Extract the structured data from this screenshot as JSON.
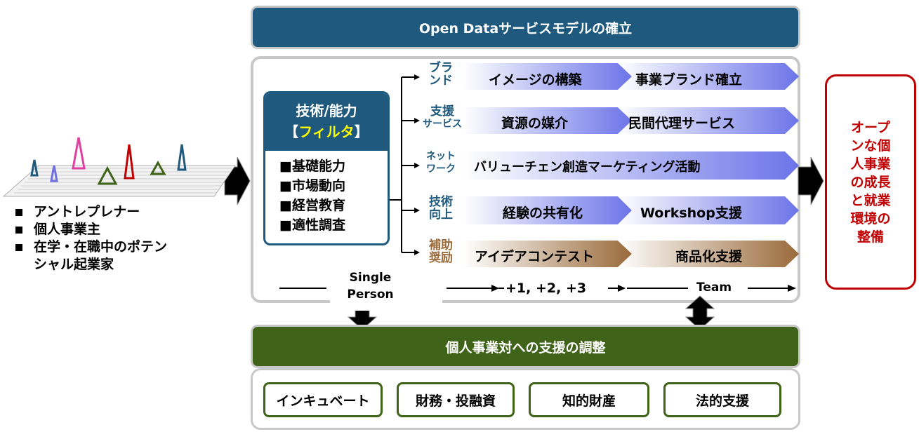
{
  "top_banner": "Open Dataサービスモデルの確立",
  "filter": {
    "title": "技術/能力",
    "bracket_open": "【",
    "highlight": "フィルタ",
    "bracket_close": "】",
    "items": [
      "■基礎能力",
      "■市場動向",
      "■経営教育",
      "■適性調査"
    ]
  },
  "categories": [
    {
      "line1": "ブラ",
      "line2": "ンド",
      "left": "イメージの構築",
      "right": "事業ブランド確立"
    },
    {
      "line1": "支援",
      "line2": "サービス",
      "left": "資源の媒介",
      "right": "民間代理サービス"
    },
    {
      "line1": "ネット",
      "line2": "ワーク",
      "left": "バリューチェン創造マーケティング活動",
      "right": ""
    },
    {
      "line1": "技術",
      "line2": "向上",
      "left": "経験の共有化",
      "right": "Workshop支援"
    },
    {
      "line1": "補助",
      "line2": "奨励",
      "left": "アイデアコンテスト",
      "right": "商品化支援"
    }
  ],
  "axis": {
    "single_line1": "Single",
    "single_line2": "Person",
    "mid": "+1, +2, +3",
    "team": "Team"
  },
  "left_list": [
    "アントレプレナー",
    "個人事業主",
    "在学・在職中のポテン",
    "シャル起業家"
  ],
  "right_box": "オープンな個人事業の成長と就業環境の整備",
  "bottom_banner": "個人事業対への支援の調整",
  "support_boxes": [
    "インキュベート",
    "財務・投融資",
    "知的財産",
    "法的支援"
  ],
  "colors": {
    "blue": "#1f5a7e",
    "green": "#3f6318",
    "red": "#c00000",
    "brown": "#9a6a3a",
    "band_blue": "#6b74e8",
    "band_brown": "#9a6a3a"
  }
}
